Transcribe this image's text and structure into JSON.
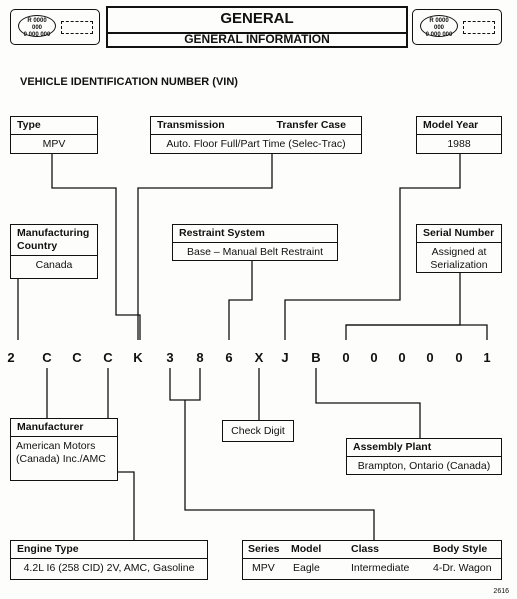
{
  "header": {
    "title": "GENERAL",
    "subtitle": "GENERAL INFORMATION",
    "tag_text_1": "R 0000",
    "tag_text_2": "000",
    "tag_text_3": "0 000 000"
  },
  "section_title": "VEHICLE IDENTIFICATION NUMBER (VIN)",
  "vin": [
    "2",
    "C",
    "C",
    "C",
    "K",
    "3",
    "8",
    "6",
    "X",
    "J",
    "B",
    "0",
    "0",
    "0",
    "0",
    "0",
    "1"
  ],
  "boxes": {
    "type": {
      "label": "Type",
      "value": "MPV"
    },
    "transmission": {
      "label": "Transmission",
      "label2": "Transfer Case",
      "value": "Auto. Floor Full/Part Time (Selec-Trac)"
    },
    "model_year": {
      "label": "Model Year",
      "value": "1988"
    },
    "mfg_country": {
      "label": "Manufacturing Country",
      "value": "Canada"
    },
    "restraint": {
      "label": "Restraint System",
      "value": "Base – Manual Belt Restraint"
    },
    "serial": {
      "label": "Serial Number",
      "value": "Assigned at Serialization"
    },
    "manufacturer": {
      "label": "Manufacturer",
      "value": "American Motors (Canada) Inc./AMC"
    },
    "check_digit": {
      "value": "Check Digit"
    },
    "assembly": {
      "label": "Assembly Plant",
      "value": "Brampton, Ontario (Canada)"
    },
    "engine": {
      "label": "Engine Type",
      "value": "4.2L I6 (258 CID) 2V, AMC, Gasoline"
    },
    "series": {
      "headers": [
        "Series",
        "Model",
        "Class",
        "Body Style"
      ],
      "values": [
        "MPV",
        "Eagle",
        "Intermediate",
        "4-Dr. Wagon"
      ]
    }
  },
  "page_number": "2616"
}
